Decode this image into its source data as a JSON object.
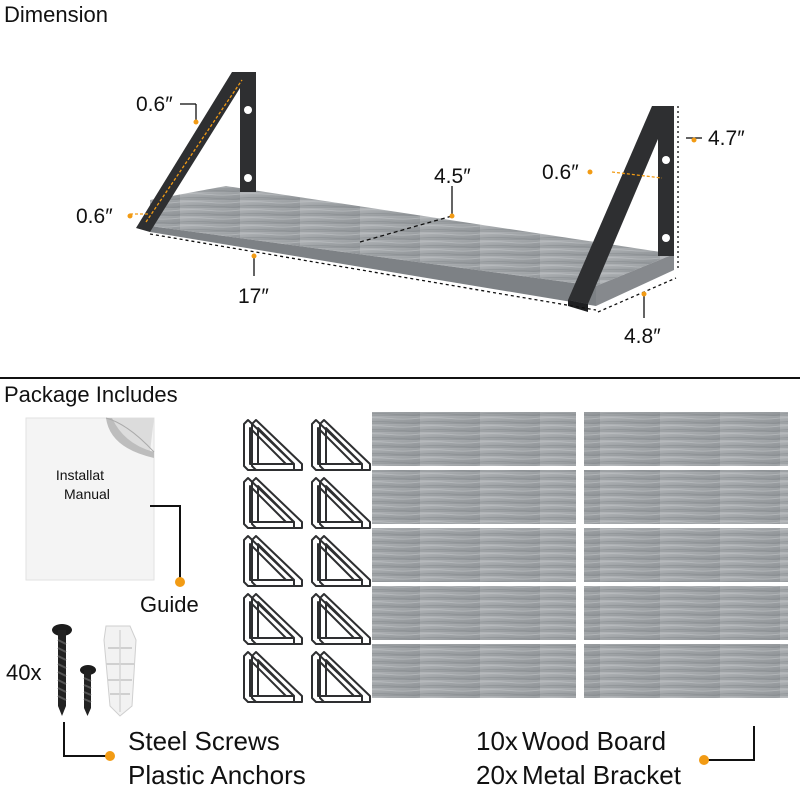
{
  "sections": {
    "dimension": "Dimension",
    "package": "Package Includes"
  },
  "dimensions": {
    "bracket_width_top": "0.6″",
    "bracket_width_left": "0.6″",
    "bracket_width_right": "0.6″",
    "depth_mid": "4.5″",
    "height": "4.7″",
    "length": "17″",
    "depth": "4.8″"
  },
  "package": {
    "manual_line1": "Installat",
    "manual_line2": "Manual",
    "guide_label": "Guide",
    "screws_count": "40x",
    "screws_label": "Steel Screws",
    "anchors_label": "Plastic Anchors",
    "board_count": "10x",
    "board_label": "Wood Board",
    "bracket_count": "20x",
    "bracket_label": "Metal Bracket"
  },
  "colors": {
    "accent_dot": "#f29b14",
    "wood": "#9a9ea2",
    "bracket": "#2e2f31",
    "divider": "#111111"
  }
}
